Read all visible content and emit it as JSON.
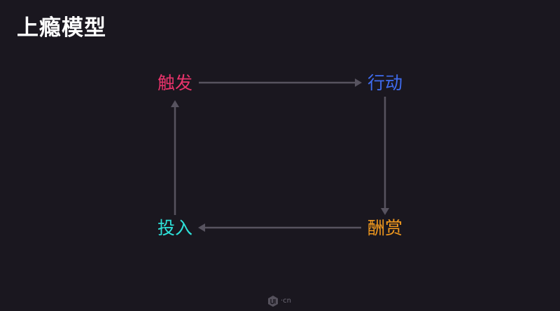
{
  "title": "上瘾模型",
  "nodes": {
    "trigger": {
      "label": "触发",
      "color": "#e8336b"
    },
    "action": {
      "label": "行动",
      "color": "#3f6cf0"
    },
    "reward": {
      "label": "酬赏",
      "color": "#f39a1e"
    },
    "invest": {
      "label": "投入",
      "color": "#2ee0d8"
    }
  },
  "edges": [
    {
      "from": "trigger",
      "to": "action"
    },
    {
      "from": "action",
      "to": "reward"
    },
    {
      "from": "reward",
      "to": "invest"
    },
    {
      "from": "invest",
      "to": "trigger"
    }
  ],
  "arrow_color": "#57535f",
  "footer": {
    "logo_icon": "ui-hexagon-logo-icon",
    "text": "·cn"
  }
}
